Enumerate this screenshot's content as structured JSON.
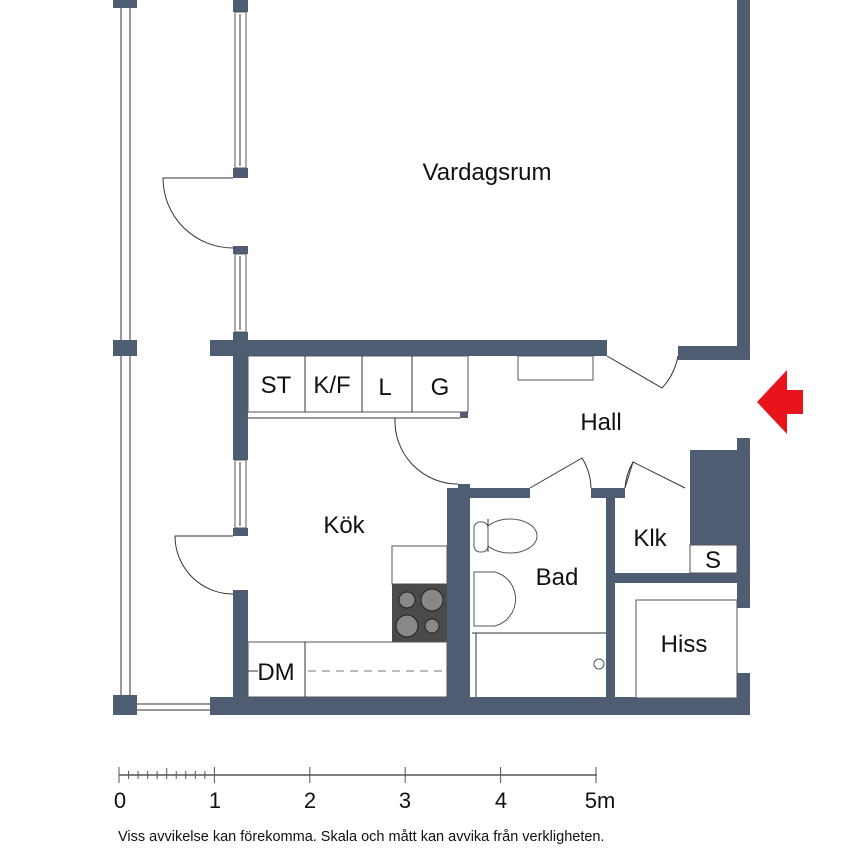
{
  "rooms": {
    "living": "Vardagsrum",
    "hall": "Hall",
    "kitchen": "Kök",
    "bath": "Bad",
    "closet": "Klk",
    "elevator": "Hiss",
    "st": "ST",
    "kf": "K/F",
    "l": "L",
    "g": "G",
    "dm": "DM",
    "s": "S"
  },
  "scale": {
    "ticks": [
      "0",
      "1",
      "2",
      "3",
      "4",
      "5m"
    ]
  },
  "disclaimer": "Viss avvikelse kan förekomma. Skala och mått kan avvika från verkligheten.",
  "colors": {
    "wall": "#4f5d73",
    "entrance_arrow": "#e8141b"
  }
}
